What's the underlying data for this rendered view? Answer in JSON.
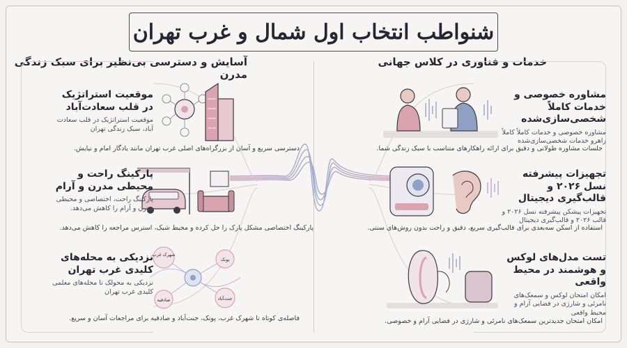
{
  "title": "شنواطب انتخاب اول شمال و غرب تهران",
  "right_section": {
    "heading": "خدمات و فناوری در کلاس جهانی",
    "cards": [
      {
        "title": "مشاوره خصوصی و خدمات کاملاً شخصی‌سازی‌شده",
        "subtitle": "مشاوره خصوصی و خدمات کاملاً کاملاً زاهرو خدمات شخصی‌سازی‌شده",
        "footer": "جلسات مشاوره طولانی و دقیق برای ارائه راهکارهای متناسب با سبک زندگی شما."
      },
      {
        "title": "تجهیزات پیشرفته نسل ۲۰۲۶ و قالب‌گیری دیجیتال",
        "subtitle": "تجهیزات پیشکن پیشرفته نسل ۲۰۲۶ و قالب ۲۰۲۶ و قالب‌گیری دیجیتال",
        "footer": "استفاده از اسکن سه‌بعدی برای قالب‌گیری سریع، دقیق و راحت بدون روش‌های سنتی."
      },
      {
        "title": "تست مدل‌های لوکس و هوشمند در محیط واقعی",
        "subtitle": "امکان امتحان لوکس و سمعک‌های نامرئی و شارژی در فضایی آرام و محیط واقعی",
        "footer": "امکان امتحان جدیدترین سمعک‌های نامرئی و شارژی در فضایی آرام و خصوصی."
      }
    ]
  },
  "left_section": {
    "heading": "آسایش و دسترسی بی‌نظیر برای سبک زندگی مدرن",
    "cards": [
      {
        "title": "موقعیت استراتژیک در قلب سعادت‌آباد",
        "subtitle": "موقعیت استراتژیک در قلب سعادت آباد، سبک زندگی تهران",
        "footer": "دسترسی سریع و آسان از بزرگراه‌های اصلی غرب تهران مانند یادگار امام و نیایش."
      },
      {
        "title": "پارکینگ راحت و محیطی مدرن و آرام",
        "subtitle": "پارکینگ راحت، اختصاصی و محیطی مدرن و آرام را کاهش می‌دهد.",
        "footer": "پارکینگ اختصاصی مشکل پارک را حل کرده و محیط شیک، استرس مراجعه را کاهش می‌دهد."
      },
      {
        "title": "نزدیکی به محله‌های کلیدی غرب تهران",
        "subtitle": "نزدیکی به محولک تا محله‌های معلمی کلیدی غرب تهران",
        "footer": "فاصله‌ی کوتاه تا شهرک غرب، پونک، جنت‌آباد و صادقیه برای مراجعات آسان و سریع."
      }
    ],
    "map_labels": [
      "شهرک غرب",
      "پونک",
      "صادقیه",
      "جنت‌آباد"
    ]
  },
  "colors": {
    "accent_pink": "#d9a3b0",
    "accent_blue": "#8fa0c4",
    "accent_lavender": "#b9a7cf",
    "ink": "#262633"
  }
}
